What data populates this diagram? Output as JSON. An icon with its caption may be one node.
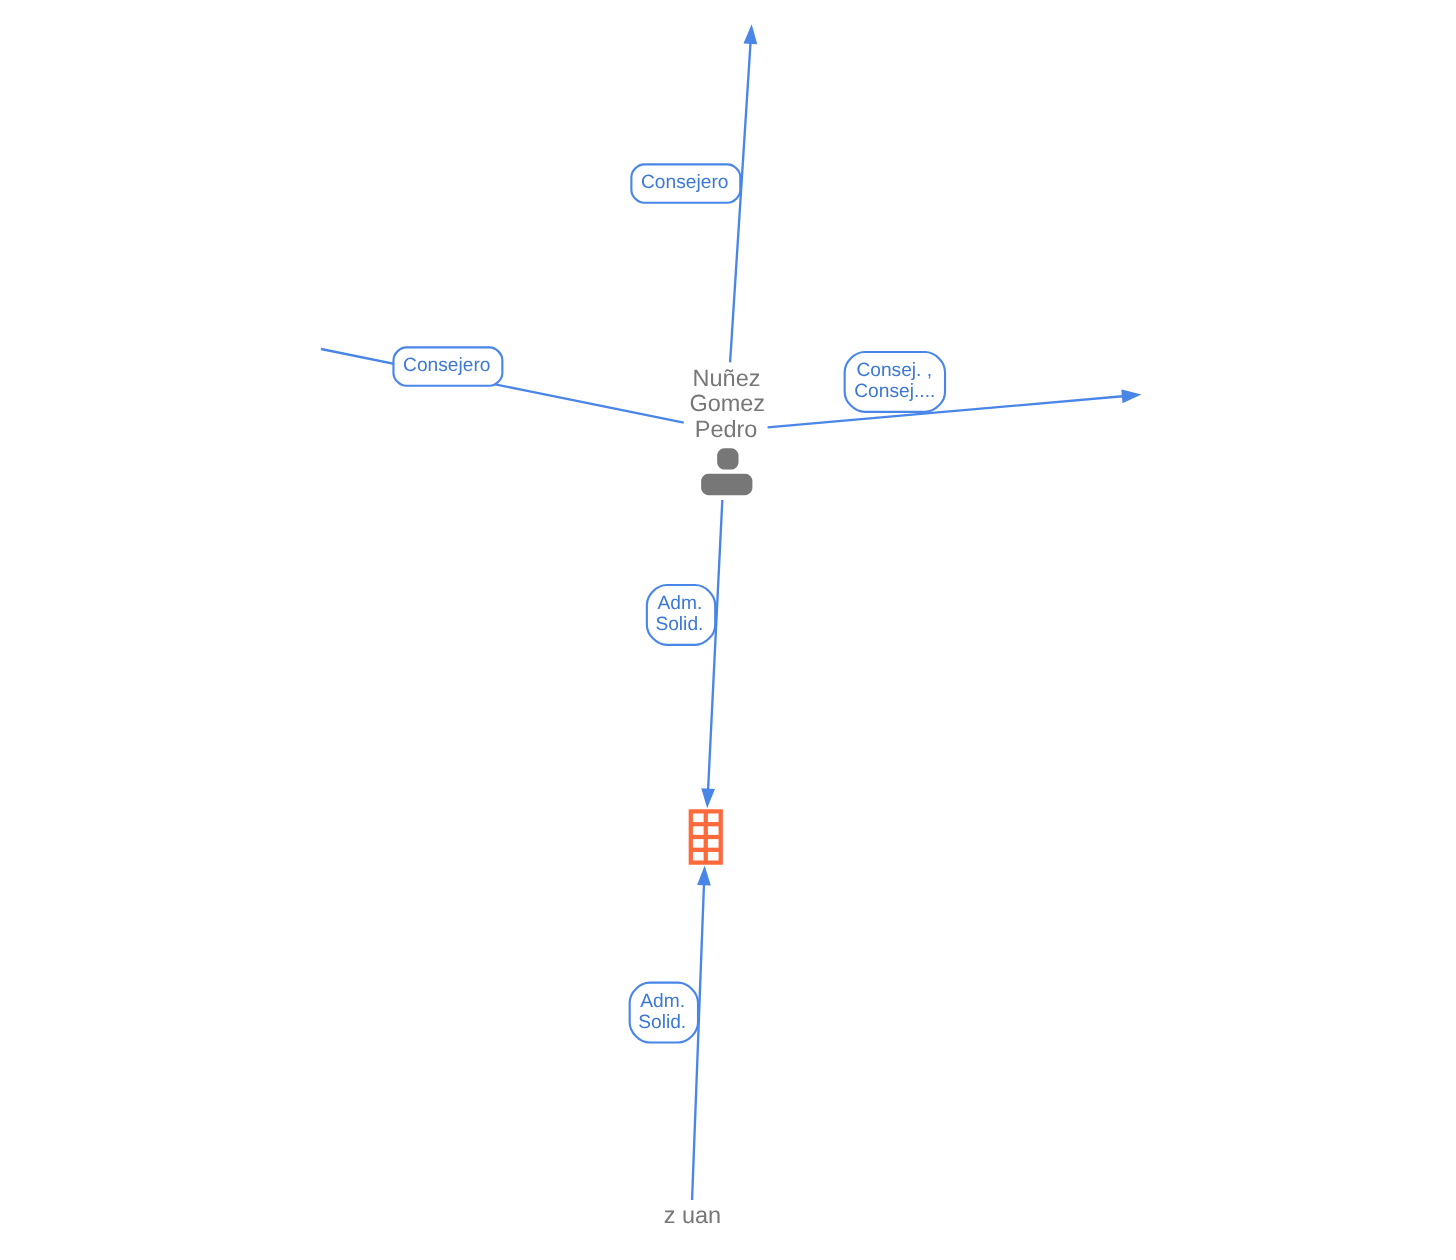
{
  "diagram": {
    "nodes": [
      {
        "text": [
          "Nuñez Gomez Pedro"
        ]
      },
      {
        "text": [],
        "shape": "picture"
      },
      {
        "text": [
          "z uan"
        ]
      }
    ],
    "edges": [
      {
        "from": 0,
        "to": null,
        "arrow": "none",
        "label": "Consejero"
      },
      {
        "from": 0,
        "to": null,
        "arrow": "to",
        "label": "Consej. , Consej...."
      },
      {
        "from": 0,
        "to": 1,
        "arrow": "to",
        "label": "Adm. Solid."
      },
      {
        "from": 0,
        "to": null,
        "arrow": "to",
        "label": "Consejero"
      },
      {
        "from": 2,
        "to": 1,
        "arrow": "to",
        "label": "Adm. Solid."
      }
    ]
  }
}
